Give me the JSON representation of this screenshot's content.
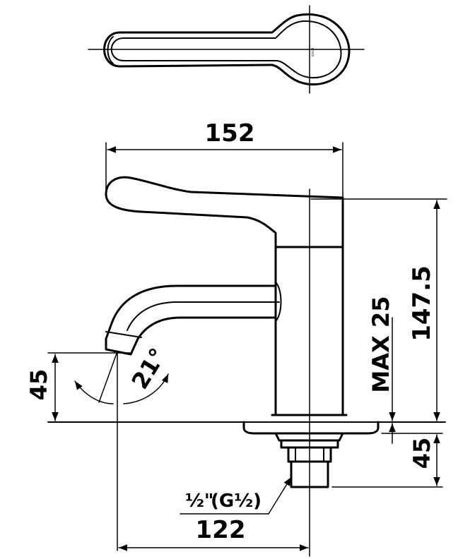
{
  "dimensions": {
    "width_top": "152",
    "height_total": "147.5",
    "max_adjust": "MAX 25",
    "spout_height": "45",
    "base_height": "45",
    "angle": "21°",
    "width_bottom": "122"
  },
  "thread": {
    "prefix": "½\"",
    "label": "(G½)"
  },
  "colors": {
    "line": "#000000",
    "background": "#ffffff"
  }
}
